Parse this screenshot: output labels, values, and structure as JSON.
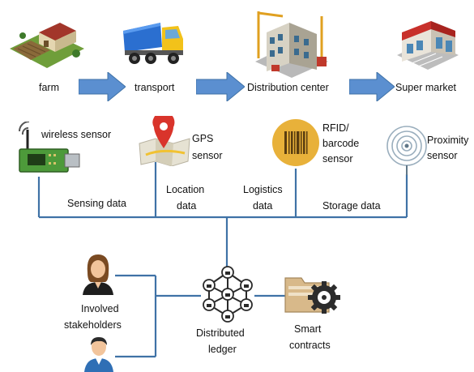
{
  "chain": {
    "farm": "farm",
    "transport": "transport",
    "distribution": "Distribution center",
    "market": "Super market"
  },
  "sensors": {
    "wireless": "wireless sensor",
    "gps_1": "GPS",
    "gps_2": "sensor",
    "rfid_1": "RFID/",
    "rfid_2": "barcode",
    "rfid_3": "sensor",
    "prox_1": "Proximity",
    "prox_2": "sensor"
  },
  "data_flows": {
    "sensing": "Sensing data",
    "location_1": "Location",
    "location_2": "data",
    "logistics_1": "Logistics",
    "logistics_2": "data",
    "storage": "Storage data"
  },
  "bottom": {
    "stakeholders_1": "Involved",
    "stakeholders_2": "stakeholders",
    "ledger_1": "Distributed",
    "ledger_2": "ledger",
    "contracts_1": "Smart",
    "contracts_2": "contracts"
  },
  "colors": {
    "line": "#3f72a6",
    "arrow": "#5b8fd0",
    "rfid_circle": "#e8b13a",
    "gps_pin": "#d9342b"
  },
  "icons": [
    "farm-icon",
    "truck-icon",
    "building-icon",
    "supermarket-icon",
    "wireless-sensor-icon",
    "gps-map-icon",
    "barcode-icon",
    "proximity-icon",
    "woman-icon",
    "man-icon",
    "network-lock-icon",
    "gear-folder-icon"
  ]
}
